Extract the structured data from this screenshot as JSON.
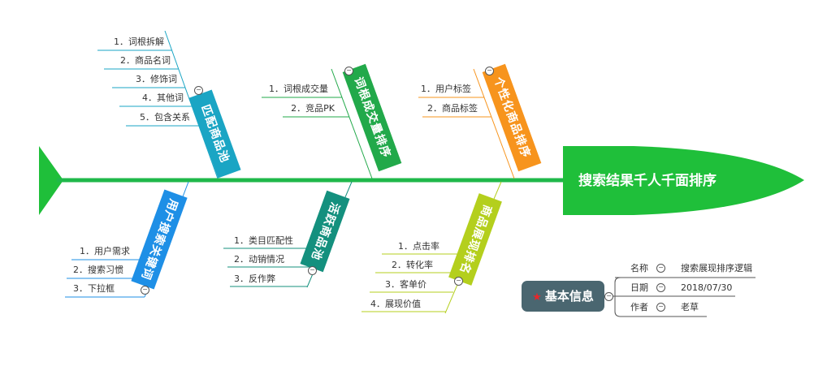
{
  "title": "搜索结果千人千面排序",
  "branches": [
    {
      "label": "匹配商品池",
      "color": "#1aa5c4",
      "items": [
        "1．词根拆解",
        "2．商品名词",
        "3．修饰词",
        "4．其他词",
        "5．包含关系"
      ]
    },
    {
      "label": "词根成交量排序",
      "color": "#22a94a",
      "items": [
        "1．词根成交量",
        "2．竞品PK"
      ]
    },
    {
      "label": "个性化商品排序",
      "color": "#f7941d",
      "items": [
        "1．用户标签",
        "2．商品标签"
      ]
    },
    {
      "label": "用户搜索关键词",
      "color": "#1e8fe6",
      "items": [
        "1．用户需求",
        "2．搜索习惯",
        "3．下拉框"
      ]
    },
    {
      "label": "活跃商品池",
      "color": "#14907e",
      "items": [
        "1．类目匹配性",
        "2．动销情况",
        "3．反作弊"
      ]
    },
    {
      "label": "商品展现排名",
      "color": "#b4cf1d",
      "items": [
        "1．点击率",
        "2．转化率",
        "3．客单价",
        "4．展现价值"
      ]
    }
  ],
  "info": {
    "title": "基本信息",
    "rows": [
      {
        "key": "名称",
        "value": "搜索展现排序逻辑"
      },
      {
        "key": "日期",
        "value": "2018/07/30"
      },
      {
        "key": "作者",
        "value": "老草"
      }
    ]
  },
  "colors": {
    "spine": "#1fb84a",
    "head": "#1fbf3a",
    "info_bg": "#4a6670"
  }
}
